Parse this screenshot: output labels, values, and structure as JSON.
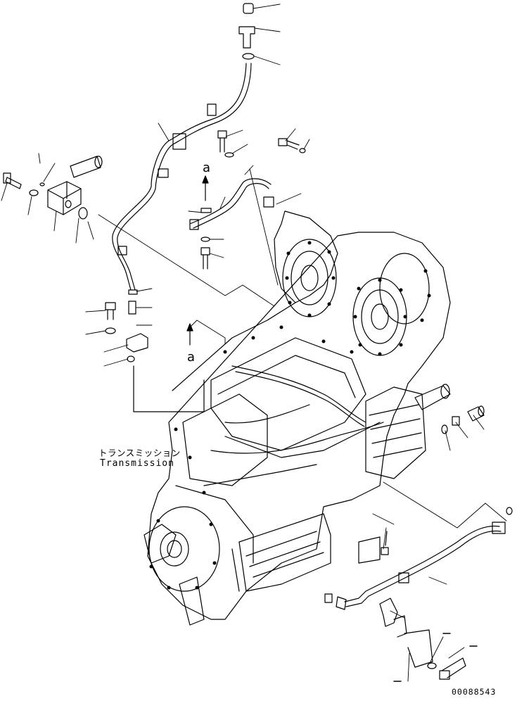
{
  "diagram": {
    "label_transmission_jp": "トランスミッション",
    "label_transmission_en": "Transmission",
    "view_marker_top": "a",
    "view_marker_bottom": "a",
    "drawing_code": "00088543"
  }
}
